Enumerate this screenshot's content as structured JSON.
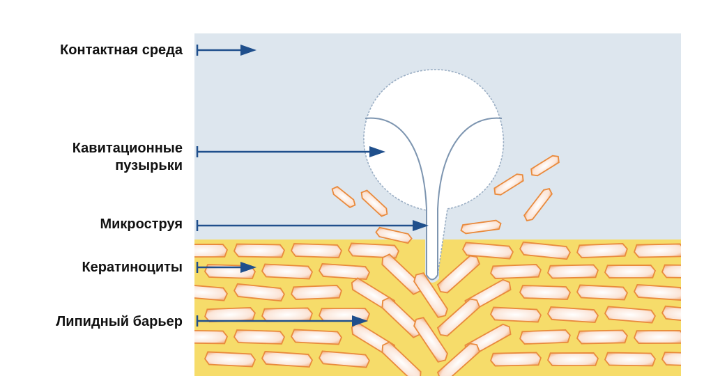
{
  "labels": {
    "contact_medium": "Контактная среда",
    "cavitation_line1": "Кавитационные",
    "cavitation_line2": "пузырьки",
    "microjet": "Микроструя",
    "keratinocytes": "Кератиноциты",
    "lipid_barrier": "Липидный барьер"
  },
  "colors": {
    "medium": "#dde6ee",
    "lipid": "#f6dc6a",
    "cell_fill": "#fbe6da",
    "cell_stroke": "#e98a3c",
    "arrow": "#1f4f8c",
    "bubble_outline": "#9aaec4"
  }
}
